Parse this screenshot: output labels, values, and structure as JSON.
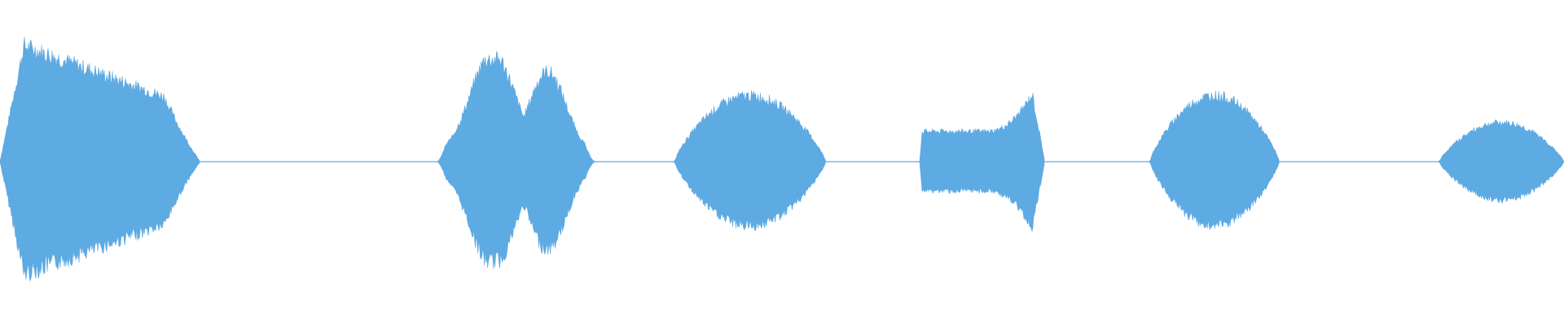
{
  "waveform": {
    "color": "#5eaae2",
    "segments": [
      {
        "start": 0.0,
        "end": 0.128,
        "peak": 0.86,
        "shape": "front"
      },
      {
        "start": 0.28,
        "end": 0.38,
        "peak": 0.76,
        "shape": "twin"
      },
      {
        "start": 0.431,
        "end": 0.528,
        "peak": 0.49,
        "shape": "round"
      },
      {
        "start": 0.588,
        "end": 0.668,
        "peak": 0.5,
        "shape": "back"
      },
      {
        "start": 0.735,
        "end": 0.818,
        "peak": 0.49,
        "shape": "round"
      },
      {
        "start": 0.92,
        "end": 1.0,
        "peak": 0.29,
        "shape": "round"
      }
    ]
  }
}
